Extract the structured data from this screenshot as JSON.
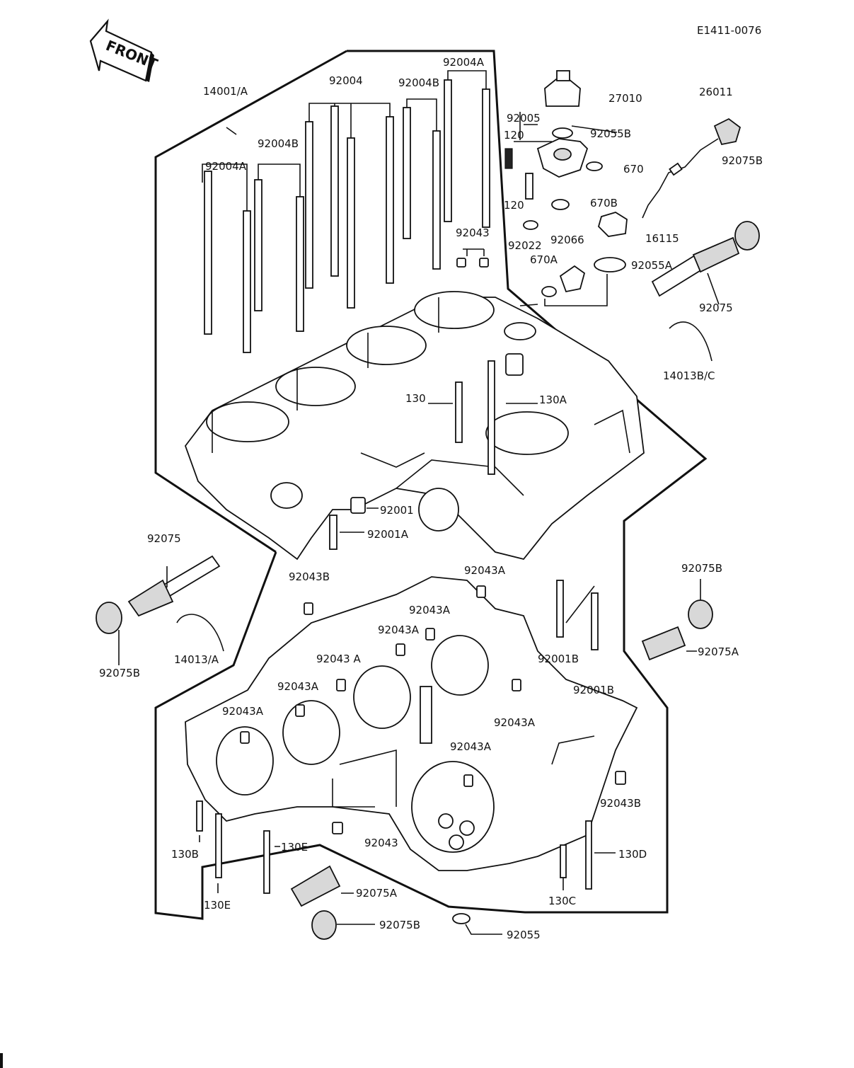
{
  "diagram": {
    "ref_code": "E1411-0076",
    "front_arrow": "FRONT",
    "part_labels": {
      "p14001A": "14001/A",
      "p92004_top": "92004",
      "p92004A_top": "92004A",
      "p92004B_top": "92004B",
      "p92004B_mid": "92004B",
      "p92004A_left": "92004A",
      "p92043": "92043",
      "p120a": "120",
      "p120b": "120",
      "p27010": "27010",
      "p92005": "92005",
      "p92055B": "92055B",
      "p670": "670",
      "p670B": "670B",
      "p92022": "92022",
      "p92066": "92066",
      "p16115": "16115",
      "p670A": "670A",
      "p92055A": "92055A",
      "p26011": "26011",
      "p92075B_r1": "92075B",
      "p92075_r": "92075",
      "p14013BC": "14013B/C",
      "p130": "130",
      "p130A": "130A",
      "p92001": "92001",
      "p92001A": "92001A",
      "p92075_l": "92075",
      "p92075B_l": "92075B",
      "p14013A": "14013/A",
      "p92043B_l": "92043B",
      "p92043A_1": "92043A",
      "p92043A_2": "92043A",
      "p92043A_3": "92043A",
      "p92043A_4": "92043 A",
      "p92043A_5": "92043A",
      "p92043A_6": "92043A",
      "p92043A_7": "92043A",
      "p92043A_8": "92043A",
      "p92075B_r2": "92075B",
      "p92001B_1": "92001B",
      "p92001B_2": "92001B",
      "p92075A_r": "92075A",
      "p92043B_r": "92043B",
      "p92043_b": "92043",
      "p130B": "130B",
      "p130E_1": "130E",
      "p130E_2": "130E",
      "p92075A_b": "92075A",
      "p92075B_b": "92075B",
      "p92055": "92055",
      "p130D": "130D",
      "p130C": "130C"
    }
  }
}
